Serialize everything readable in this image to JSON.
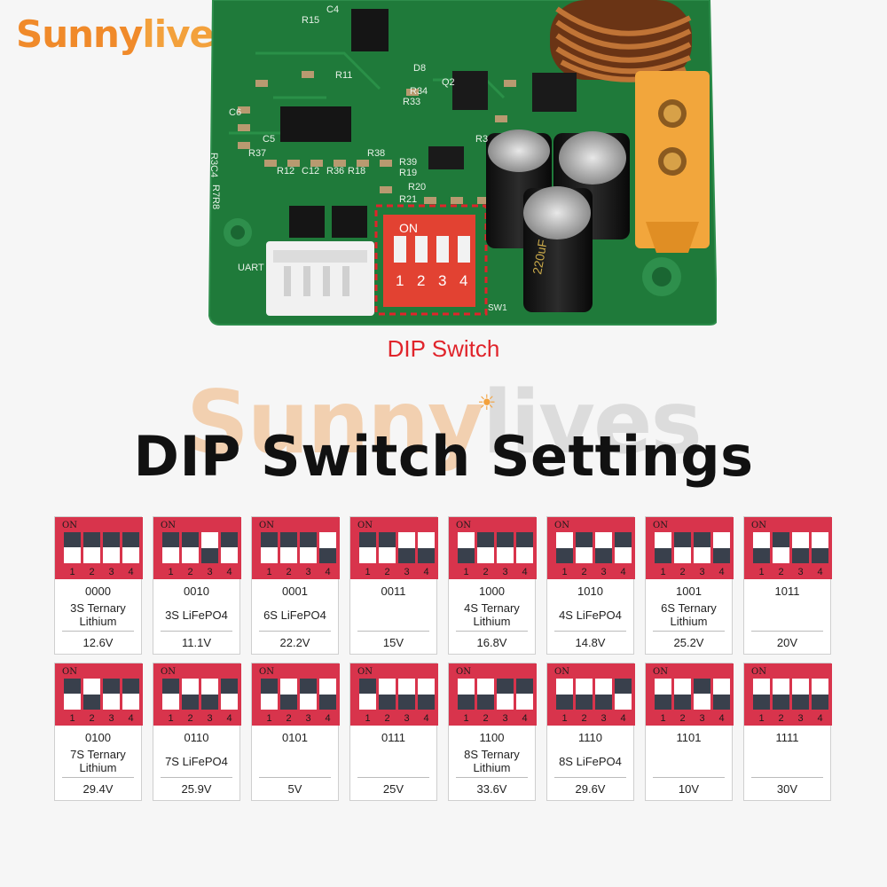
{
  "brand": {
    "part_a": "Sunny",
    "part_b": "lives"
  },
  "pcb": {
    "silk": [
      "ON",
      "1",
      "2",
      "3",
      "4",
      "SW1",
      "UART",
      "R33",
      "R34",
      "R36",
      "R37",
      "R38",
      "R39",
      "R12",
      "C12",
      "R18",
      "R19",
      "R20",
      "R21",
      "Q2",
      "D8",
      "C5",
      "R15",
      "C4",
      "R3C4",
      "R7R8",
      "R11",
      "C6",
      "R3"
    ],
    "cap_label": "220uF"
  },
  "dip_caption": "DIP Switch",
  "watermark": {
    "part_a": "Sunny",
    "part_b": "lives"
  },
  "title": "DIP Switch Settings",
  "switch_labels": {
    "on": "ON",
    "numbers": [
      "1",
      "2",
      "3",
      "4"
    ]
  },
  "colors": {
    "switch_red": "#d8344c",
    "knob": "#39404c",
    "caption_red": "#e0242b",
    "brand_orange": "#f08a2a"
  },
  "cards": [
    {
      "code": "0000",
      "mode": "3S Ternary Lithium",
      "voltage": "12.6V"
    },
    {
      "code": "0010",
      "mode": "3S LiFePO4",
      "voltage": "11.1V"
    },
    {
      "code": "0001",
      "mode": "6S LiFePO4",
      "voltage": "22.2V"
    },
    {
      "code": "0011",
      "mode": "",
      "voltage": "15V"
    },
    {
      "code": "1000",
      "mode": "4S Ternary Lithium",
      "voltage": "16.8V"
    },
    {
      "code": "1010",
      "mode": "4S LiFePO4",
      "voltage": "14.8V"
    },
    {
      "code": "1001",
      "mode": "6S Ternary Lithium",
      "voltage": "25.2V"
    },
    {
      "code": "1011",
      "mode": "",
      "voltage": "20V"
    },
    {
      "code": "0100",
      "mode": "7S Ternary Lithium",
      "voltage": "29.4V"
    },
    {
      "code": "0110",
      "mode": "7S LiFePO4",
      "voltage": "25.9V"
    },
    {
      "code": "0101",
      "mode": "",
      "voltage": "5V"
    },
    {
      "code": "0111",
      "mode": "",
      "voltage": "25V"
    },
    {
      "code": "1100",
      "mode": "8S Ternary Lithium",
      "voltage": "33.6V"
    },
    {
      "code": "1110",
      "mode": "8S LiFePO4",
      "voltage": "29.6V"
    },
    {
      "code": "1101",
      "mode": "",
      "voltage": "10V"
    },
    {
      "code": "1111",
      "mode": "",
      "voltage": "30V"
    }
  ]
}
